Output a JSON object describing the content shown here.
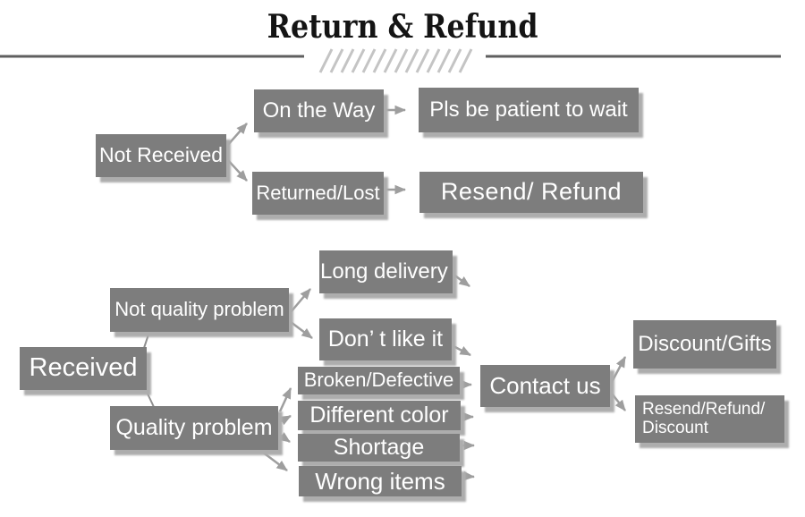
{
  "title": "Return & Refund",
  "flow_not_received": {
    "root": "Not Received",
    "on_the_way": "On the Way",
    "pls_be_patient": "Pls be patient to wait",
    "returned_lost": "Returned/Lost",
    "resend_refund": "Resend/ Refund"
  },
  "flow_received": {
    "root": "Received",
    "not_quality_problem": "Not quality problem",
    "quality_problem": "Quality problem",
    "long_delivery": "Long delivery",
    "dont_like_it": "Don’ t like it",
    "broken_defective": "Broken/Defective",
    "different_color": "Different color",
    "shortage": "Shortage",
    "wrong_items": "Wrong items",
    "contact_us": "Contact us",
    "discount_gifts": "Discount/Gifts",
    "resend_refund_discount": [
      "Resend/Refund/",
      "Discount"
    ]
  },
  "colors": {
    "box": "#7d7d7d",
    "box_text": "#ffffff",
    "arrow": "#9e9e9e",
    "connector": "#8f8f8f",
    "divider": "#5f5f5f",
    "hatch": "#c4c4c4",
    "title": "#141414",
    "shadow": "#adadad"
  }
}
